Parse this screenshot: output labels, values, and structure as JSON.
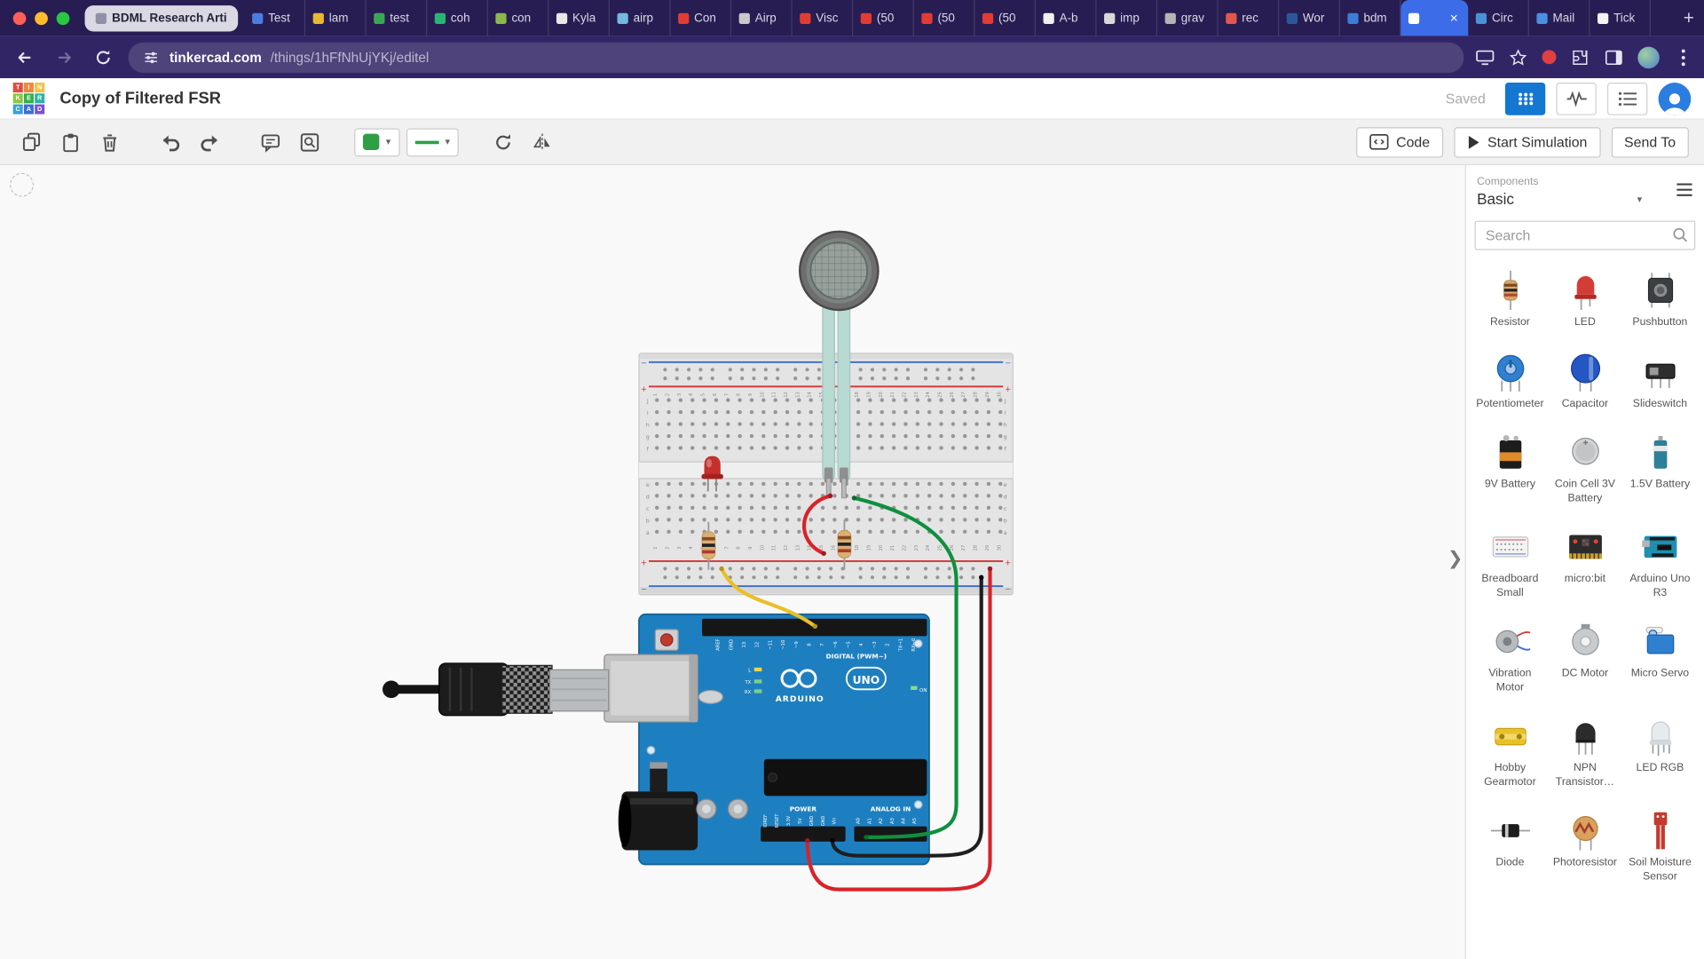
{
  "browser": {
    "tabs": [
      {
        "label": "BDML Research Arti",
        "pill": true,
        "favicon": "#8f8fa8"
      },
      {
        "label": "Test",
        "favicon": "#4a7de2"
      },
      {
        "label": "lam",
        "favicon": "#e8b931"
      },
      {
        "label": "test",
        "favicon": "#3aa757"
      },
      {
        "label": "coh",
        "favicon": "#29b573"
      },
      {
        "label": "con",
        "favicon": "#8ab94a"
      },
      {
        "label": "Kyla",
        "favicon": "#e8e8e8"
      },
      {
        "label": "airp",
        "favicon": "#74b9e0"
      },
      {
        "label": "Con",
        "favicon": "#e23c32"
      },
      {
        "label": "Airp",
        "favicon": "#c9c9c9"
      },
      {
        "label": "Visc",
        "favicon": "#e23c32"
      },
      {
        "label": "(50",
        "favicon": "#e23c32"
      },
      {
        "label": "(50",
        "favicon": "#e23c32"
      },
      {
        "label": "(50",
        "favicon": "#e23c32"
      },
      {
        "label": "A-b",
        "favicon": "#f0f0f0"
      },
      {
        "label": "imp",
        "favicon": "#d8d8d8"
      },
      {
        "label": "grav",
        "favicon": "#b5b5b5"
      },
      {
        "label": "rec",
        "favicon": "#e2574c"
      },
      {
        "label": "Wor",
        "favicon": "#2b579a"
      },
      {
        "label": "bdm",
        "favicon": "#3b7dd8"
      },
      {
        "label": "",
        "active": true,
        "favicon": "#ffffff"
      },
      {
        "label": "Circ",
        "favicon": "#4a90d9"
      },
      {
        "label": "Mail",
        "favicon": "#4a90e2"
      },
      {
        "label": "Tick",
        "favicon": "#f5f5f5"
      }
    ],
    "new_tab_label": "+",
    "url_domain": "tinkercad.com",
    "url_path": "/things/1hFfNhUjYKj/editel"
  },
  "header": {
    "title": "Copy of Filtered FSR",
    "saved_status": "Saved",
    "logo_letters": [
      "T",
      "I",
      "N",
      "K",
      "E",
      "R",
      "C",
      "A",
      "D"
    ],
    "logo_colors": [
      "#e04b3f",
      "#f0883a",
      "#f6c244",
      "#8dc63f",
      "#30b24a",
      "#2bb3a3",
      "#3aa0d8",
      "#3a6fd8",
      "#7a4fd8"
    ]
  },
  "toolbar": {
    "code_label": "Code",
    "start_simulation_label": "Start Simulation",
    "send_to_label": "Send To",
    "color_swatch": "#2f9e44",
    "wire_style_color": "#2f9e44"
  },
  "components_panel": {
    "section_label": "Components",
    "selected_category": "Basic",
    "search_placeholder": "Search",
    "items": [
      "Resistor",
      "LED",
      "Pushbutton",
      "Potentiometer",
      "Capacitor",
      "Slideswitch",
      "9V Battery",
      "Coin Cell 3V Battery",
      "1.5V Battery",
      "Breadboard Small",
      "micro:bit",
      "Arduino Uno R3",
      "Vibration Motor",
      "DC Motor",
      "Micro Servo",
      "Hobby Gearmotor",
      "NPN Transistor…",
      "LED RGB",
      "Diode",
      "Photoresistor",
      "Soil Moisture Sensor"
    ]
  },
  "canvas": {
    "arduino": {
      "brand": "ARDUINO",
      "model": "UNO",
      "digital_label": "DIGITAL (PWM~)",
      "power_label": "POWER",
      "analog_label": "ANALOG IN",
      "on_label": "ON",
      "indicator_labels": [
        "L",
        "TX",
        "RX"
      ],
      "digital_pins": [
        "AREF",
        "GND",
        "13",
        "12",
        "~11",
        "~10",
        "~9",
        "8",
        "7",
        "~6",
        "~5",
        "4",
        "~3",
        "2",
        "TX→1",
        "RX←0"
      ],
      "power_pins": [
        "IOREF",
        "RESET",
        "3.3V",
        "5V",
        "GND",
        "GND",
        "Vin"
      ],
      "analog_pins": [
        "A0",
        "A1",
        "A2",
        "A3",
        "A4",
        "A5"
      ]
    },
    "breadboard": {
      "columns": 30,
      "row_letters": [
        "j",
        "i",
        "h",
        "g",
        "f",
        "e",
        "d",
        "c",
        "b",
        "a"
      ],
      "plus": "+",
      "minus": "−"
    },
    "wire_colors": {
      "signal_yellow": "#e8c02a",
      "power_red": "#d8232a",
      "signal_green": "#0f8f3f",
      "ground_black": "#1f1f1f"
    }
  }
}
